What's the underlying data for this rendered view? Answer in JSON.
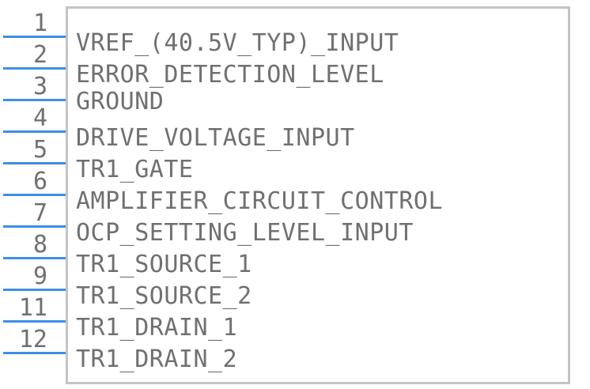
{
  "symbol": {
    "pins": [
      {
        "number": "1",
        "label": "VREF_(40.5V_TYP)_INPUT"
      },
      {
        "number": "2",
        "label": "ERROR_DETECTION_LEVEL"
      },
      {
        "number": "3",
        "label": "GROUND"
      },
      {
        "number": "4",
        "label": "DRIVE_VOLTAGE_INPUT"
      },
      {
        "number": "5",
        "label": "TR1_GATE"
      },
      {
        "number": "6",
        "label": "AMPLIFIER_CIRCUIT_CONTROL"
      },
      {
        "number": "7",
        "label": "OCP_SETTING_LEVEL_INPUT"
      },
      {
        "number": "8",
        "label": "TR1_SOURCE_1"
      },
      {
        "number": "9",
        "label": "TR1_SOURCE_2"
      },
      {
        "number": "11",
        "label": "TR1_DRAIN_1"
      },
      {
        "number": "12",
        "label": "TR1_DRAIN_2"
      }
    ],
    "colors": {
      "pin_line": "#3d8ee8",
      "outline": "#c4c4c4",
      "text": "#707070"
    }
  }
}
